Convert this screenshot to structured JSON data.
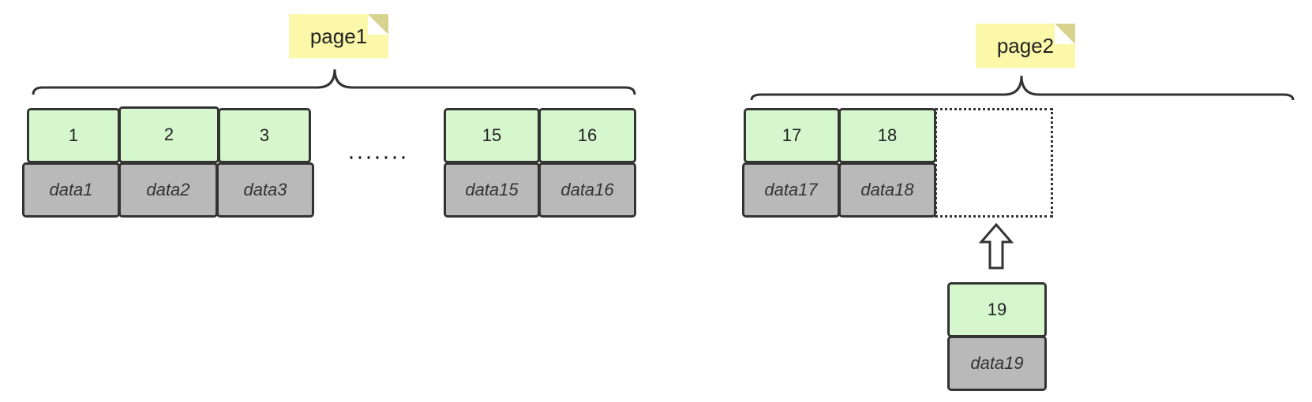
{
  "diagram": {
    "pages": [
      {
        "label": "page1"
      },
      {
        "label": "page2"
      }
    ],
    "page1_entries": [
      {
        "key": "1",
        "data": "data1"
      },
      {
        "key": "2",
        "data": "data2"
      },
      {
        "key": "3",
        "data": "data3"
      },
      {
        "key": "15",
        "data": "data15"
      },
      {
        "key": "16",
        "data": "data16"
      }
    ],
    "page1_gap": "·······",
    "page2_entries": [
      {
        "key": "17",
        "data": "data17"
      },
      {
        "key": "18",
        "data": "data18"
      }
    ],
    "incoming_entry": {
      "key": "19",
      "data": "data19"
    },
    "colors": {
      "note": "#fbf8a9",
      "key_cell": "#d6f7cd",
      "data_cell": "#b9b9b9",
      "stroke": "#333333"
    }
  }
}
